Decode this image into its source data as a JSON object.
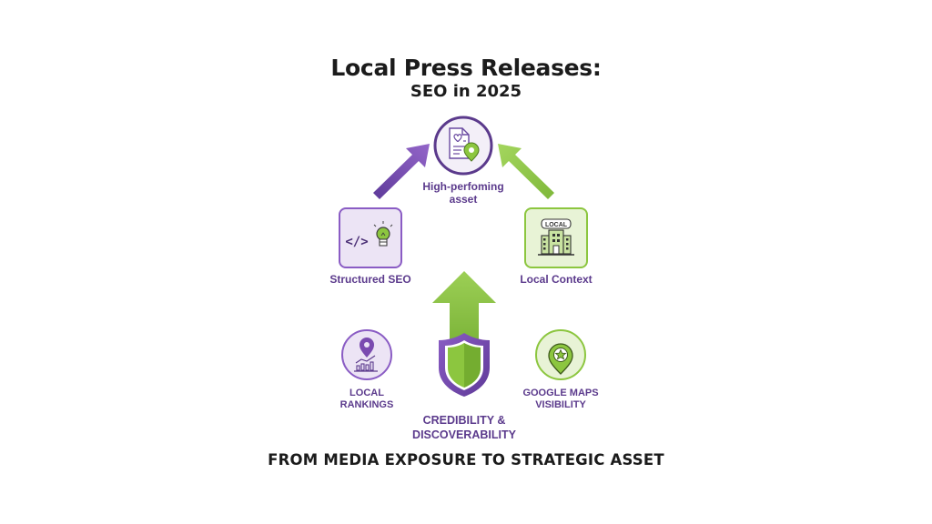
{
  "header": {
    "title": "Local Press Releases:",
    "subtitle": "SEO in 2025"
  },
  "nodes": {
    "center": {
      "label_line1": "High-perfoming",
      "label_line2": "asset",
      "icon": "document-heart-location-icon"
    },
    "structured_seo": {
      "label": "Structured SEO",
      "icon": "code-lightbulb-icon"
    },
    "local_context": {
      "label": "Local Context",
      "icon": "local-building-icon",
      "badge_text": "LOCAL"
    },
    "local_rankings": {
      "label_line1": "LOCAL",
      "label_line2": "RANKINGS",
      "icon": "location-chart-icon"
    },
    "google_maps": {
      "label_line1": "GOOGLE MAPS",
      "label_line2": "VISIBILITY",
      "icon": "map-pin-star-icon"
    },
    "credibility": {
      "label_line1": "CREDIBILITY &",
      "label_line2": "DISCOVERABILITY",
      "icon": "shield-arrow-up-icon"
    }
  },
  "footer": {
    "tagline": "FROM MEDIA EXPOSURE TO STRATEGIC ASSET"
  },
  "colors": {
    "purple": "#7a4bb0",
    "purple_dark": "#5b3a8c",
    "green": "#8cc63f",
    "green_light": "#e8f3d6",
    "purple_light": "#ece4f5"
  }
}
